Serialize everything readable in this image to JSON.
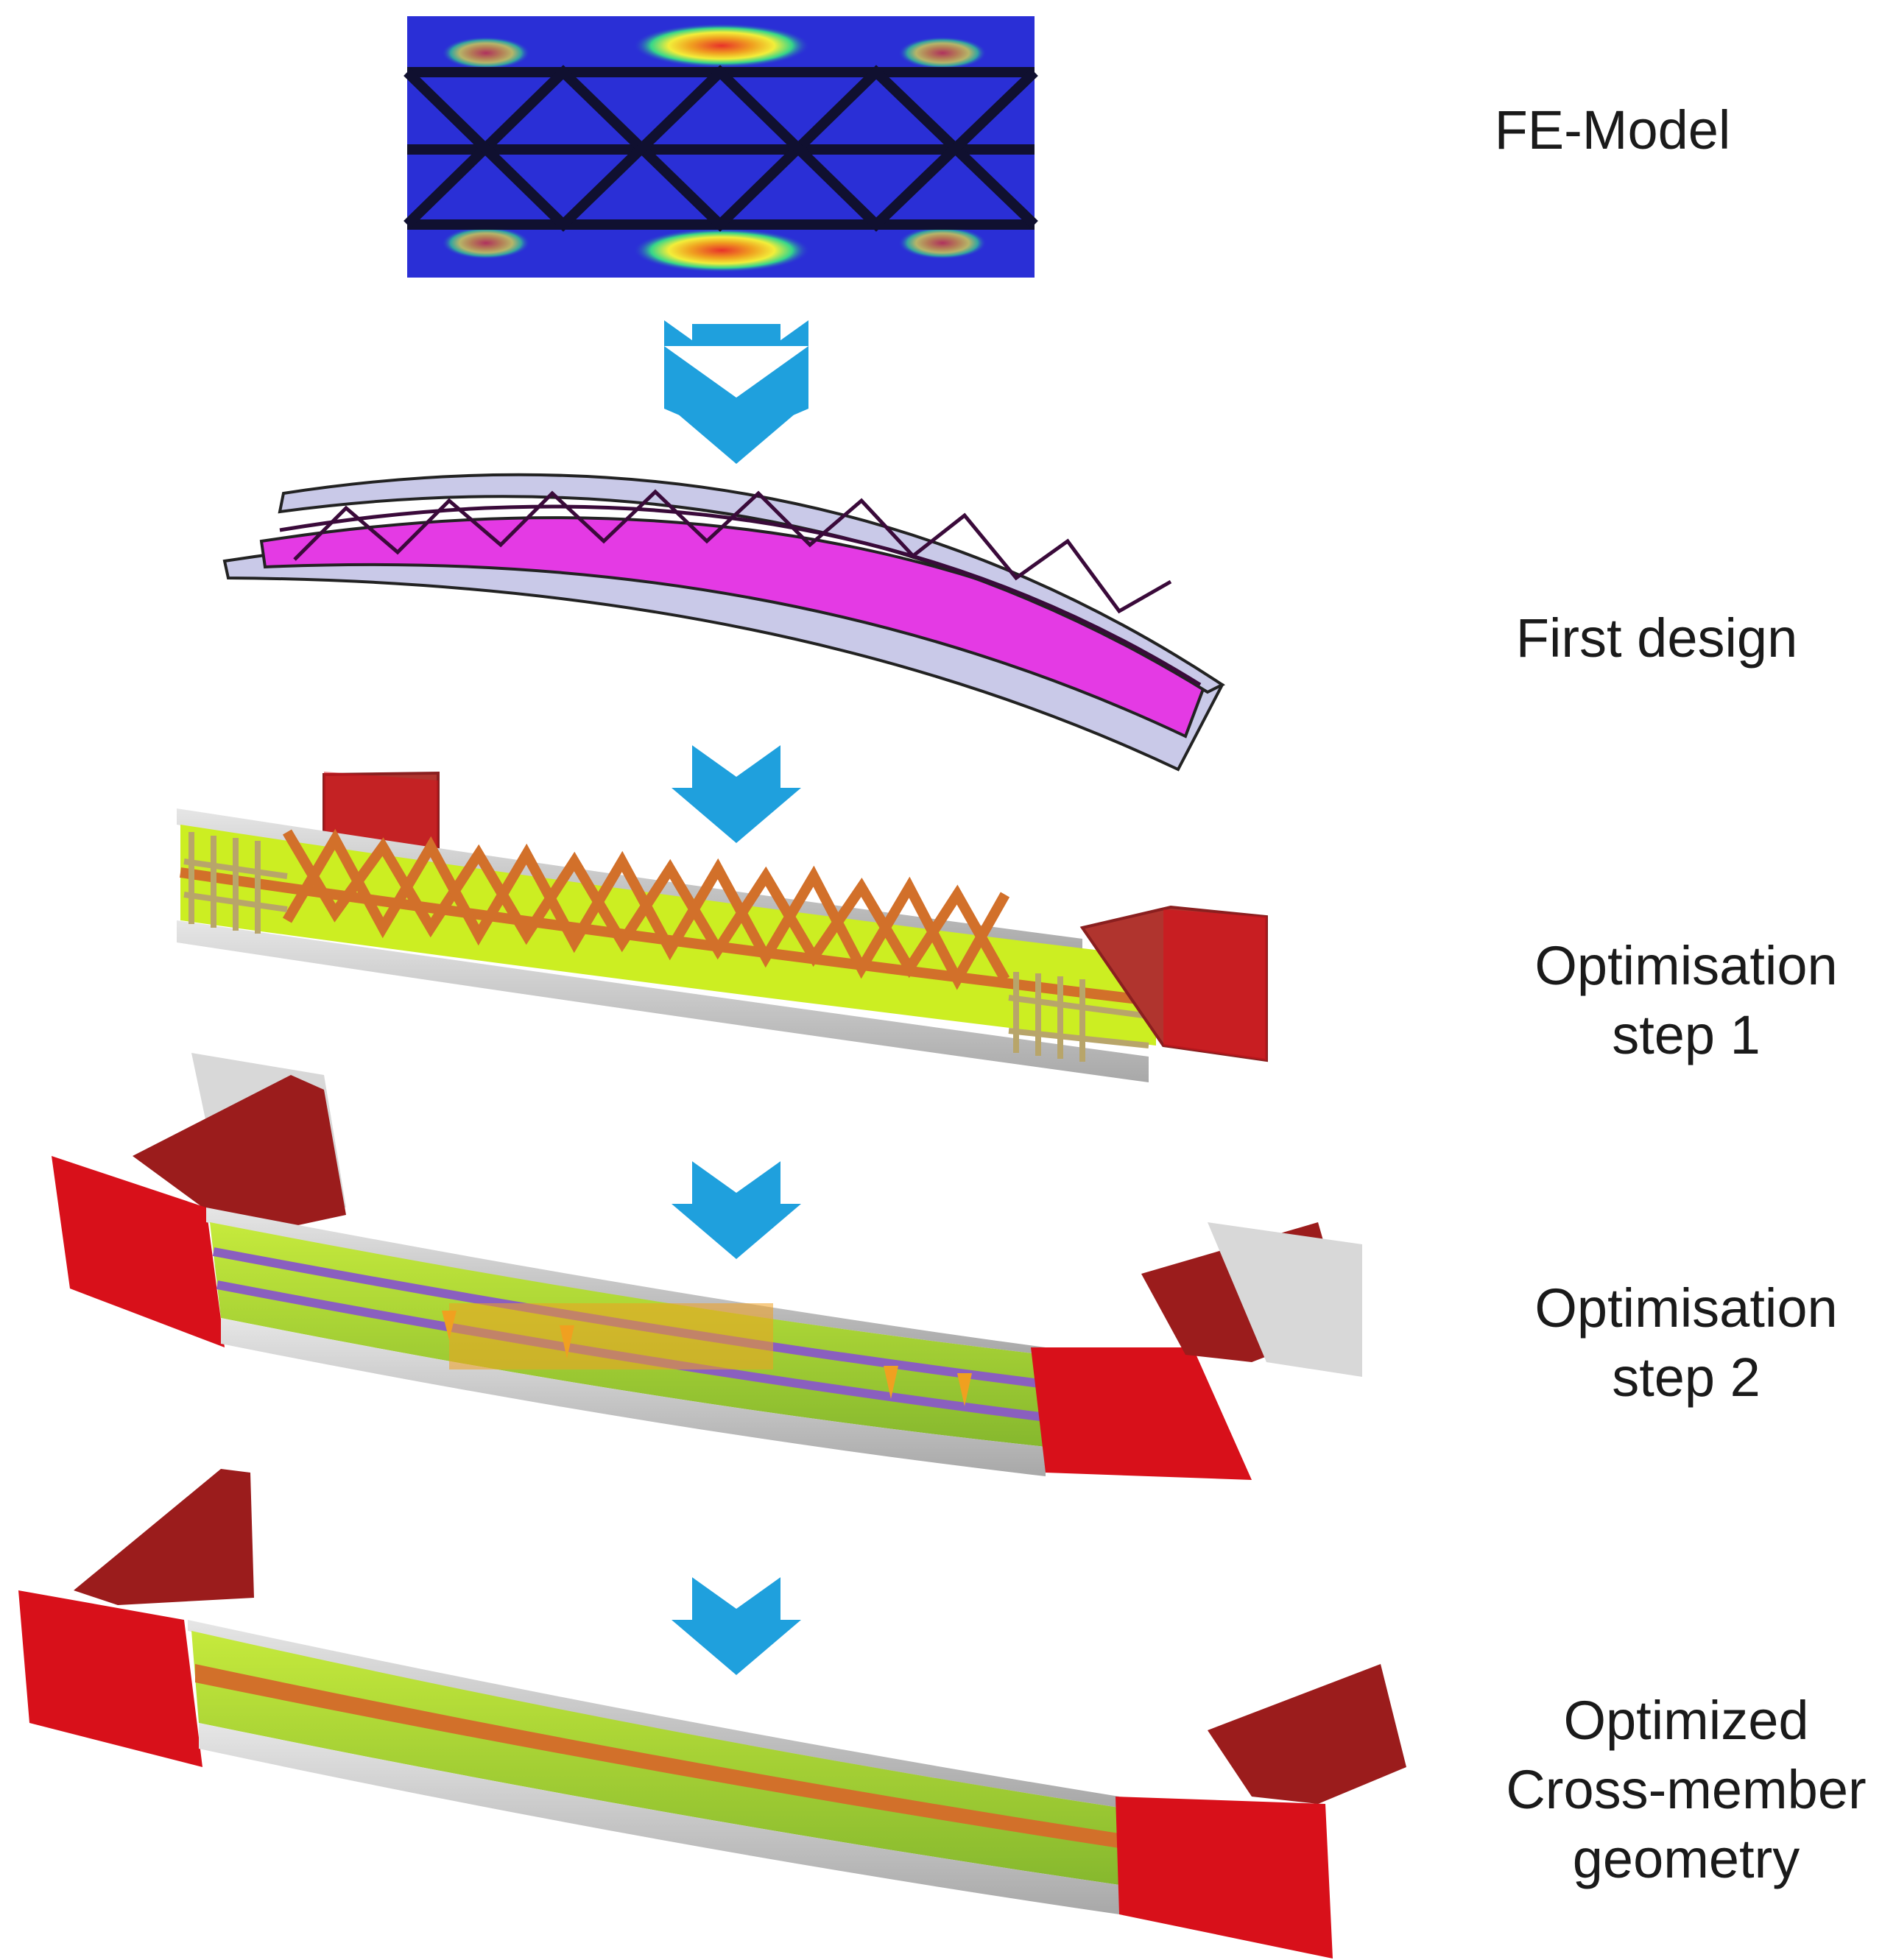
{
  "steps": [
    {
      "id": "fe-model",
      "lines": [
        "FE-Model"
      ]
    },
    {
      "id": "first-design",
      "lines": [
        "First design"
      ]
    },
    {
      "id": "optimisation-step-1",
      "lines": [
        "Optimisation",
        "step 1"
      ]
    },
    {
      "id": "optimisation-step-2",
      "lines": [
        "Optimisation",
        "step 2"
      ]
    },
    {
      "id": "optimized-geometry",
      "lines": [
        "Optimized",
        "Cross-member",
        "geometry"
      ]
    }
  ],
  "colors": {
    "arrow": "#1fa0dd",
    "fe_blue": "#2a2fd6",
    "fe_hot": "#e8312a",
    "first_design_magenta": "#e43ae4",
    "first_design_flange": "#c9c9e8",
    "bracket_red": "#d8101a",
    "bracket_dark": "#9b1c1c",
    "web_yellow_green": "#ccee22",
    "web_green": "#8fc43a",
    "rib_orange": "#f0a020",
    "strip_purple": "#8a5fbf",
    "flange_grey": "#bdbdbd",
    "optimized_stripe": "#d2702a"
  },
  "icons": [
    "down-arrow-icon"
  ]
}
